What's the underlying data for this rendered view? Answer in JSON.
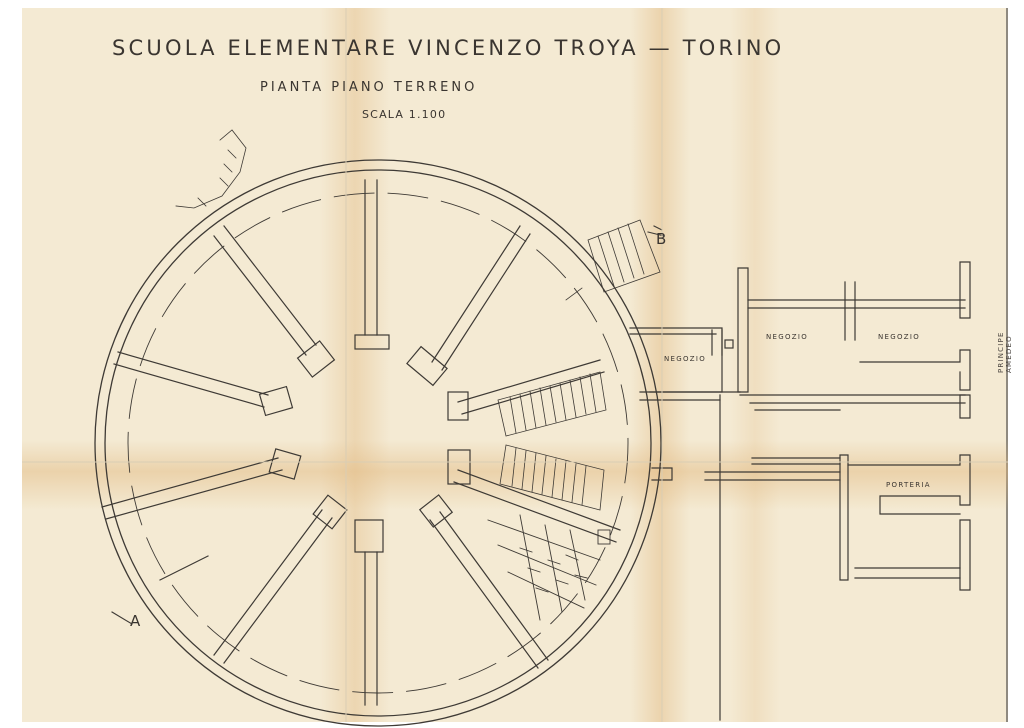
{
  "drawing": {
    "title": "SCUOLA ELEMENTARE VINCENZO TROYA — TORINO",
    "subtitle": "PIANTA PIANO TERRENO",
    "scale": "SCALA 1.100"
  },
  "labels": {
    "negozio_1": "NEGOZIO",
    "negozio_2": "NEGOZIO",
    "negozio_3": "NEGOZIO",
    "portineria": "PORTERIA",
    "section_a": "A",
    "section_b": "B",
    "margin_note": "PRINCIPE AMEDEO"
  },
  "colors": {
    "paper": "#f4ead3",
    "ink": "#3a3530",
    "stain": "#e0b57a"
  }
}
